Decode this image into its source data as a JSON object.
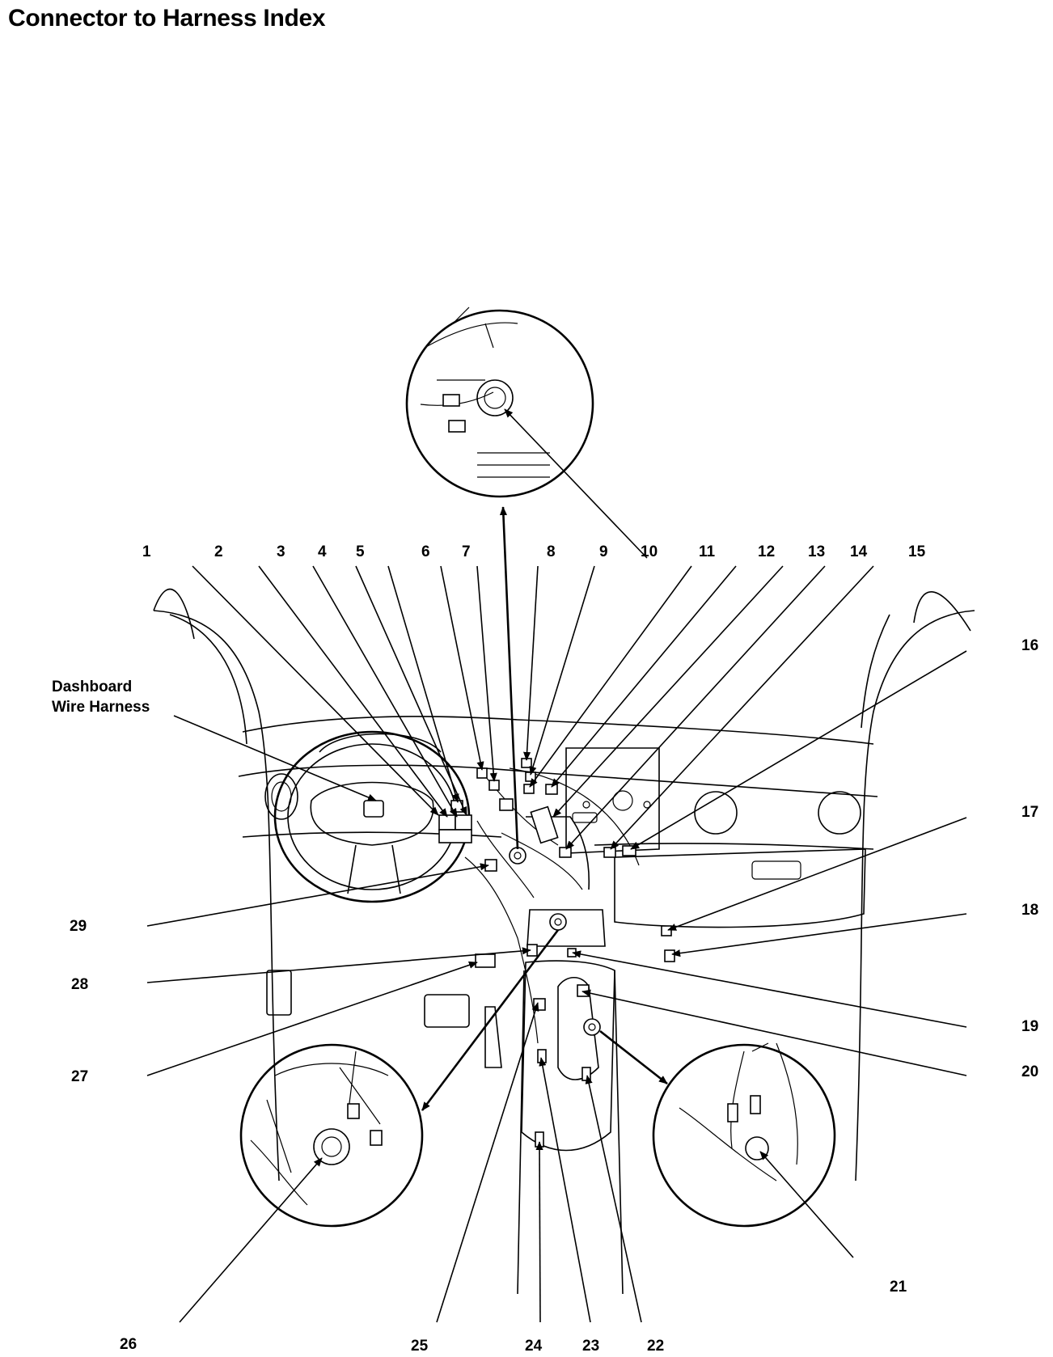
{
  "title": "Connector to Harness Index",
  "harness_label_line1": "Dashboard",
  "harness_label_line2": "Wire Harness",
  "callouts": [
    "1",
    "2",
    "3",
    "4",
    "5",
    "6",
    "7",
    "8",
    "9",
    "10",
    "11",
    "12",
    "13",
    "14",
    "15",
    "16",
    "17",
    "18",
    "19",
    "20",
    "21",
    "22",
    "23",
    "24",
    "25",
    "26",
    "27",
    "28",
    "29"
  ]
}
